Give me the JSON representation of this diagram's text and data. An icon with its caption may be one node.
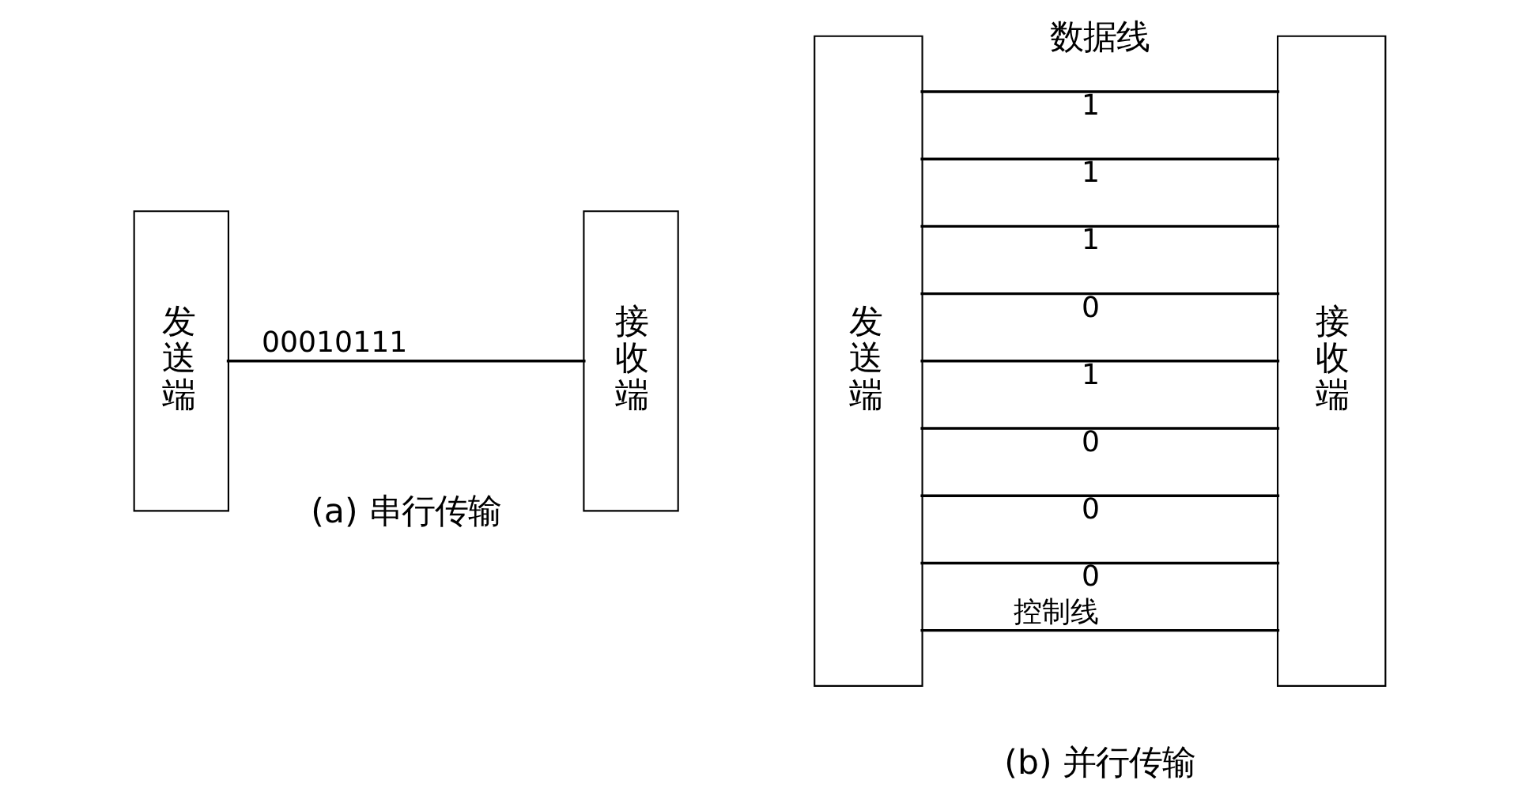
{
  "diagram": {
    "nodes": [
      {
        "text": [
          "发送端"
        ]
      },
      {
        "text": [
          "接收端"
        ]
      },
      {
        "text": [
          "发送端"
        ]
      },
      {
        "text": [
          "接收端"
        ]
      }
    ],
    "edges": [
      {
        "from": 0,
        "to": 1,
        "arrow": "none",
        "label": "00010111"
      },
      {
        "from": 2,
        "to": 3,
        "arrow": "none",
        "label": "1"
      },
      {
        "from": 2,
        "to": 3,
        "arrow": "none",
        "label": "1"
      },
      {
        "from": 2,
        "to": 3,
        "arrow": "none",
        "label": "1"
      },
      {
        "from": 2,
        "to": 3,
        "arrow": "none",
        "label": "0"
      },
      {
        "from": 2,
        "to": 3,
        "arrow": "none",
        "label": "1"
      },
      {
        "from": 2,
        "to": 3,
        "arrow": "none",
        "label": "0"
      },
      {
        "from": 2,
        "to": 3,
        "arrow": "none",
        "label": "0"
      },
      {
        "from": 2,
        "to": 3,
        "arrow": "none",
        "label": "0"
      },
      {
        "from": 2,
        "to": 3,
        "arrow": "none",
        "label": "控制线"
      }
    ],
    "labels": [
      "数据线",
      "(a) 串行传输",
      "(b) 并行传输"
    ]
  }
}
